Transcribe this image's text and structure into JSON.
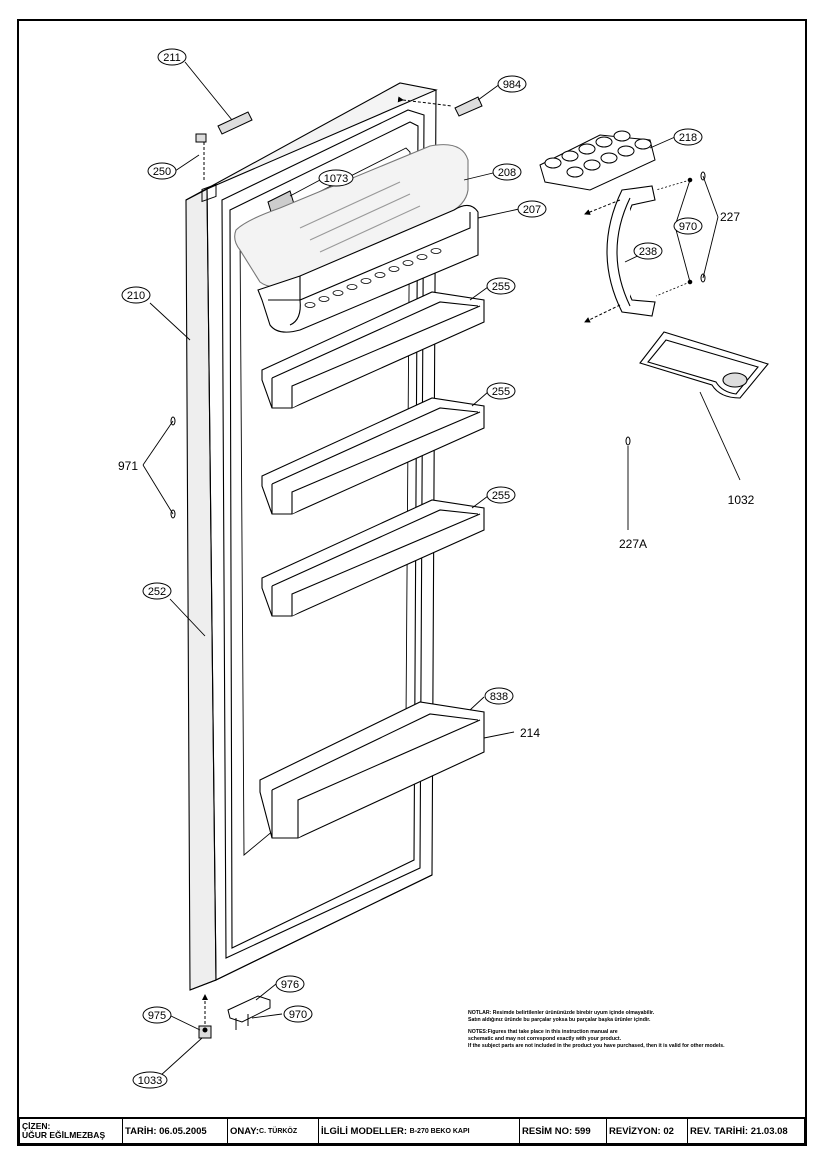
{
  "callouts": {
    "c211": "211",
    "c984": "984",
    "c218": "218",
    "c250": "250",
    "c1073": "1073",
    "c208": "208",
    "c207": "207",
    "c970a": "970",
    "c227": "227",
    "c238": "238",
    "c255a": "255",
    "c210": "210",
    "c255b": "255",
    "c971": "971",
    "c255c": "255",
    "c1032": "1032",
    "c227A": "227A",
    "c252": "252",
    "c838": "838",
    "c214": "214",
    "c976": "976",
    "c975": "975",
    "c970b": "970",
    "c1033": "1033"
  },
  "notes": {
    "tr_line1": "NOTLAR: Resimde belirtilenler ürününüzde birebir uyum içinde olmayabilir.",
    "tr_line2": "Satın aldığınız üründe bu parçalar yoksa bu parçalar başka ürünler içindir.",
    "en_line1": "NOTES:Figures that take place in this instruction manual are",
    "en_line2": "schematic and may not correspond exactly with your product.",
    "en_line3": "If the subject parts are not included in the product you have purchased, then it is valid for other models."
  },
  "title_block": {
    "drawn_by_label": "ÇİZEN:",
    "drawn_by_name": "UĞUR EĞİLMEZBAŞ",
    "date": "TARİH: 06.05.2005",
    "approval_label": "ONAY:",
    "approval_name": "C. TÜRKÖZ",
    "models_label": "İLGİLİ MODELLER:",
    "models_value": "B-270 BEKO KAPI",
    "drawing_no": "RESİM NO: 599",
    "revision": "REVİZYON: 02",
    "rev_date": "REV. TARİHİ: 21.03.08"
  }
}
